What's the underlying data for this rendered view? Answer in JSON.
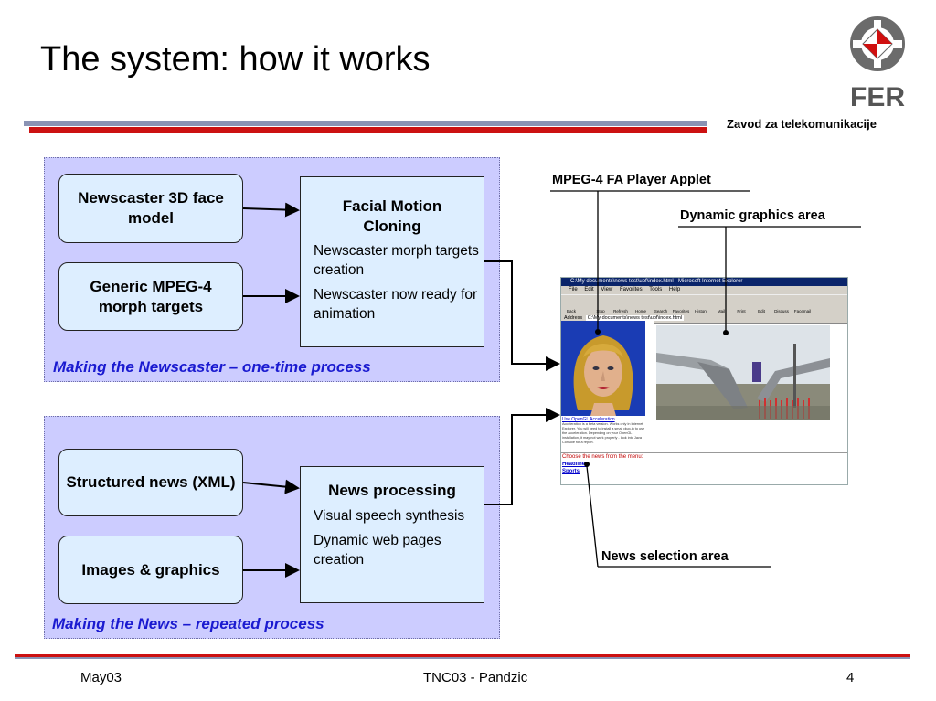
{
  "slide": {
    "title": "The system: how it works",
    "institute": "Zavod za telekomunikacije",
    "logo_text": "FER"
  },
  "top_panel": {
    "box1": "Newscaster 3D face model",
    "box2": "Generic MPEG-4 morph targets",
    "process": {
      "title": "Facial Motion Cloning",
      "item1": "Newscaster morph targets creation",
      "item2": "Newscaster now ready for animation"
    },
    "caption": "Making the Newscaster – one-time process"
  },
  "bottom_panel": {
    "box1": "Structured news (XML)",
    "box2": "Images & graphics",
    "process": {
      "title": "News processing",
      "item1": "Visual speech synthesis",
      "item2": "Dynamic web pages creation"
    },
    "caption": "Making the News – repeated process"
  },
  "callouts": {
    "player": "MPEG-4 FA Player Applet",
    "graphics": "Dynamic graphics area",
    "selection": "News selection area"
  },
  "browser": {
    "title_bar": "C:\\My documents\\news test\\uof\\index.html - Microsoft Internet Explorer",
    "menu": [
      "File",
      "Edit",
      "View",
      "Favorites",
      "Tools",
      "Help"
    ],
    "toolbar": [
      "Back",
      "Stop",
      "Refresh",
      "Home",
      "Search",
      "Favorites",
      "History",
      "Mail",
      "Print",
      "Edit",
      "Discuss",
      "Facemail"
    ],
    "address_label": "Address",
    "address": "C:\\My documents\\news test\\uof\\index.html",
    "link": "Use OpenGL Acceleration",
    "note": "Acceleration is a beta version. Works only in Internet Explorer. You will need to install a small plug-in to use the acceleration. Depending on your OpenGL installation, it may not work properly - look into Java Console for a report.",
    "menu_prompt": "Choose the news from the menu:",
    "menu_items": [
      "Headlines",
      "Sports"
    ]
  },
  "footer": {
    "left": "May03",
    "center": "TNC03 - Pandzic",
    "right": "4"
  },
  "colors": {
    "panel": "#ccccff",
    "box": "#ddeeff",
    "caption": "#1a1ad0",
    "accent_red": "#cc1111",
    "accent_blue": "#8a93b4"
  }
}
